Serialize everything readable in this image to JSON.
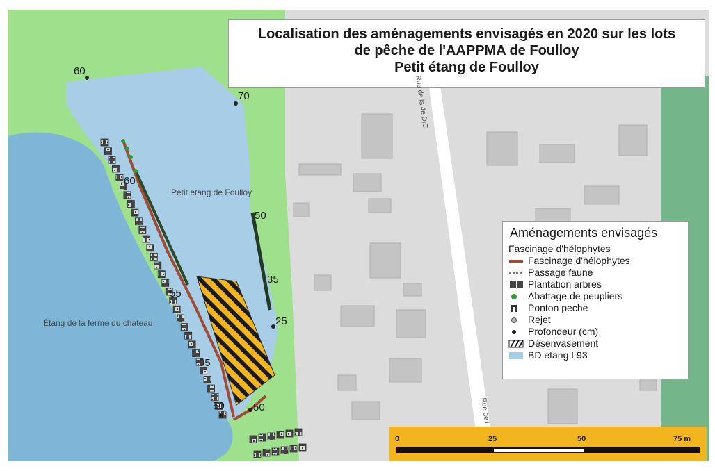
{
  "title": {
    "line1": "Localisation des aménagements envisagés en 2020 sur les lots",
    "line2": "de pêche de l'AAPPMA de Foulloy",
    "line3": "Petit étang de Foulloy"
  },
  "places": {
    "petit_etang": "Petit étang de Foulloy",
    "etang_ferme": "Étang de la ferme du chateau",
    "road_1": "Rue de la 4e DIC",
    "road_2": "Rue de l"
  },
  "depths": {
    "d_60_top": "60",
    "d_70": "70",
    "d_60_left": "60",
    "d_50_right": "50",
    "d_35": "35",
    "d_55": "55",
    "d_25": "25",
    "d_95": "95",
    "d_50_bottom_left": "50",
    "d_50_bottom_right": "50"
  },
  "legend": {
    "title": "Aménagements envisagés",
    "subtitle": "Fascinage d'hélophytes",
    "items": [
      {
        "label": "Fascinage d'hélophytes",
        "icon": "fascinage-line-icon"
      },
      {
        "label": "Passage faune",
        "icon": "passage-faune-line-icon"
      },
      {
        "label": "Plantation arbres",
        "icon": "plantation-square-icon"
      },
      {
        "label": "Abattage de peupliers",
        "icon": "green-dot-icon"
      },
      {
        "label": "Ponton peche",
        "icon": "ponton-icon"
      },
      {
        "label": "Rejet",
        "icon": "rejet-dot-icon"
      },
      {
        "label": "Profondeur (cm)",
        "icon": "black-dot-icon"
      },
      {
        "label": "Désenvasement",
        "icon": "hatch-square-icon"
      },
      {
        "label": "BD etang L93",
        "icon": "blue-square-icon"
      }
    ]
  },
  "scale": {
    "ticks": [
      "0",
      "25",
      "50",
      "75 m"
    ]
  },
  "colors": {
    "water": "#a8cde6",
    "grass": "#9fe08c",
    "urban": "#dcdcdc",
    "building": "#c4c4c4",
    "hatch": "#f2b51d",
    "scale_bg": "#f2b51d",
    "abattage": "#2f9d33",
    "fascinage": "#a24a32"
  }
}
